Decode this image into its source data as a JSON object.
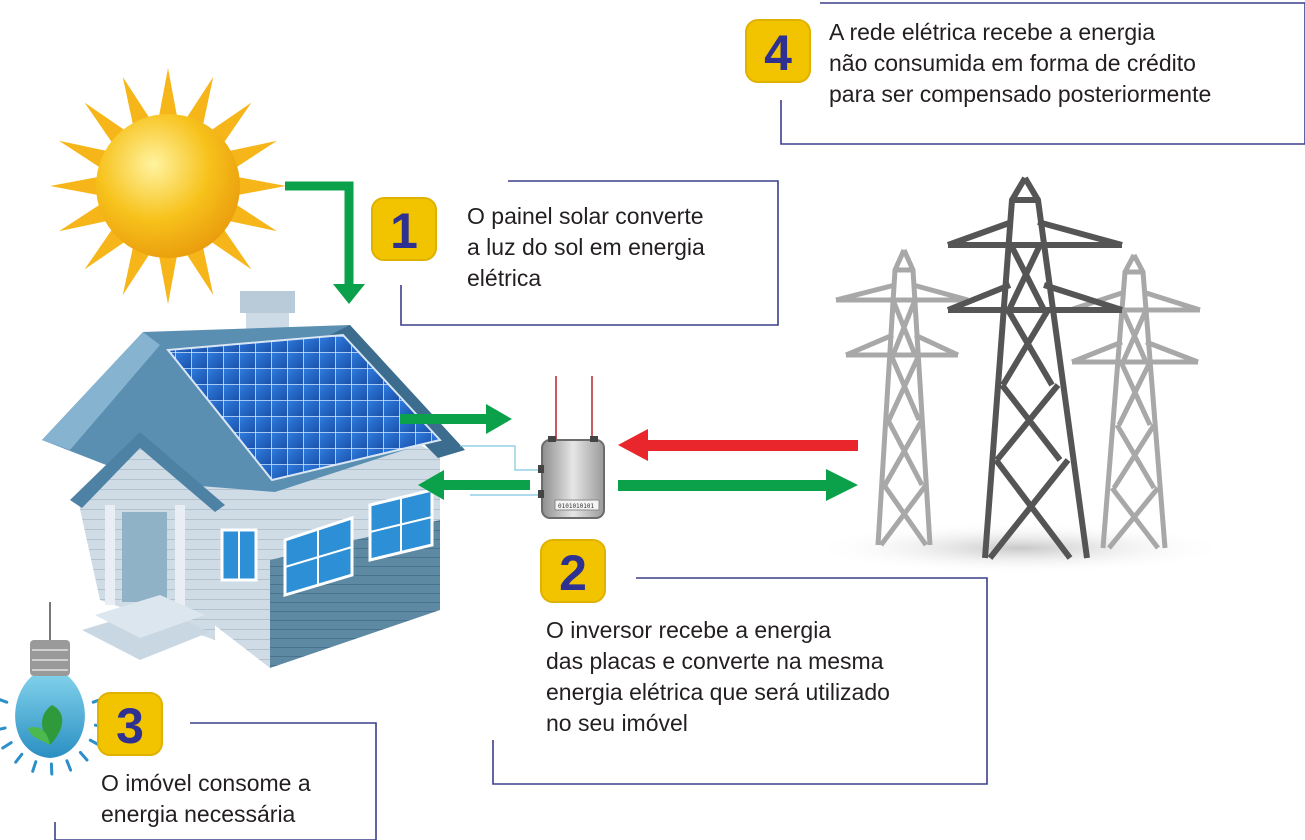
{
  "steps": [
    {
      "number": "1",
      "text": "O painel solar converte\na luz do sol em energia\nelétrica"
    },
    {
      "number": "2",
      "text": "O inversor recebe a energia\ndas placas e converte na mesma\nenergia elétrica que será utilizado\nno seu imóvel"
    },
    {
      "number": "3",
      "text": "O imóvel consome a\nenergia necessária"
    },
    {
      "number": "4",
      "text": "A rede elétrica recebe a energia\nnão consumida em forma de crédito\npara ser compensado posteriormente"
    }
  ],
  "inverter": {
    "display": "0101010101"
  },
  "colors": {
    "arrow_green": "#0aa14a",
    "arrow_red": "#e8262b",
    "badge_fill": "#f2c400",
    "badge_number": "#2e3191",
    "callout_line": "#3b3f8c",
    "panel": "#1f5fc4",
    "roof": "#5b8fb2"
  },
  "icons": [
    "sun-icon",
    "house-icon",
    "solar-panel-icon",
    "inverter-icon",
    "transmission-tower-icon",
    "light-bulb-icon"
  ]
}
